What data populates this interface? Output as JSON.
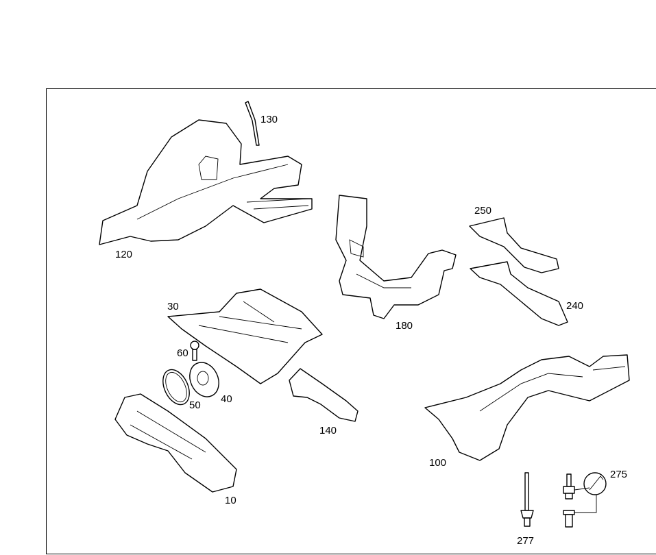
{
  "diagram": {
    "title": "Body shell parts exploded view",
    "callouts": [
      {
        "id": "130",
        "label": "130"
      },
      {
        "id": "120",
        "label": "120"
      },
      {
        "id": "250",
        "label": "250"
      },
      {
        "id": "180",
        "label": "180"
      },
      {
        "id": "240",
        "label": "240"
      },
      {
        "id": "30",
        "label": "30"
      },
      {
        "id": "60",
        "label": "60"
      },
      {
        "id": "50",
        "label": "50"
      },
      {
        "id": "40",
        "label": "40"
      },
      {
        "id": "140",
        "label": "140"
      },
      {
        "id": "100",
        "label": "100"
      },
      {
        "id": "275",
        "label": "275"
      },
      {
        "id": "10",
        "label": "10"
      },
      {
        "id": "277",
        "label": "277"
      }
    ]
  }
}
